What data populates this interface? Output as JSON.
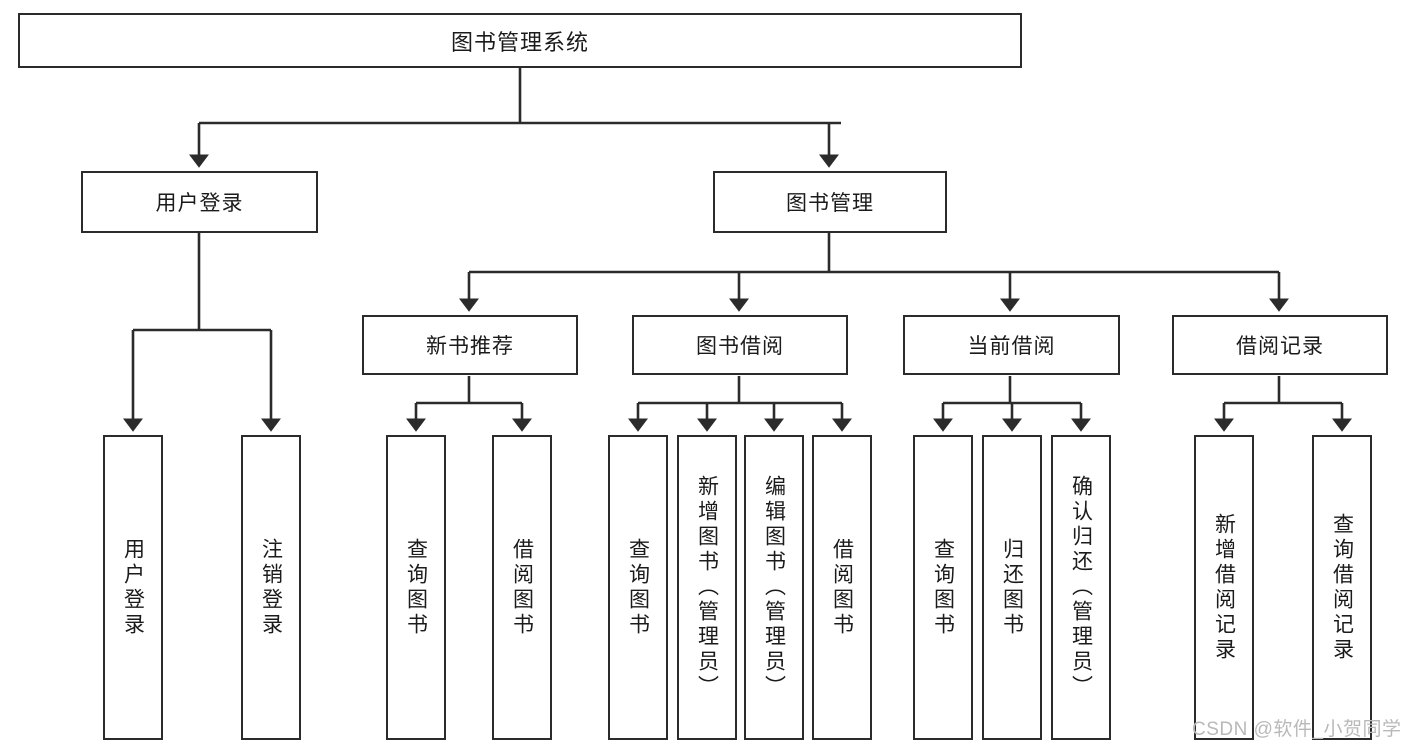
{
  "diagram": {
    "title": "图书管理系统",
    "type": "tree-hierarchy-chart",
    "root": {
      "label": "图书管理系统"
    },
    "level2": [
      {
        "label": "用户登录"
      },
      {
        "label": "图书管理"
      }
    ],
    "level3": [
      {
        "label": "新书推荐"
      },
      {
        "label": "图书借阅"
      },
      {
        "label": "当前借阅"
      },
      {
        "label": "借阅记录"
      }
    ],
    "leaves": {
      "user_login": [
        {
          "label": "用户登录"
        },
        {
          "label": "注销登录"
        }
      ],
      "new_book_recommend": [
        {
          "label": "查询图书"
        },
        {
          "label": "借阅图书"
        }
      ],
      "book_borrow": [
        {
          "label": "查询图书"
        },
        {
          "label": "新增图书（管理员）"
        },
        {
          "label": "编辑图书（管理员）"
        },
        {
          "label": "借阅图书"
        }
      ],
      "current_borrow": [
        {
          "label": "查询图书"
        },
        {
          "label": "归还图书"
        },
        {
          "label": "确认归还（管理员）"
        }
      ],
      "borrow_record": [
        {
          "label": "新增借阅记录"
        },
        {
          "label": "查询借阅记录"
        }
      ]
    }
  },
  "watermark": {
    "text": "CSDN @软件_小贺同学"
  },
  "colors": {
    "stroke": "#2b2b2b",
    "fill": "#ffffff",
    "text": "#1b1b1b",
    "watermark": "#b9b9b9"
  }
}
